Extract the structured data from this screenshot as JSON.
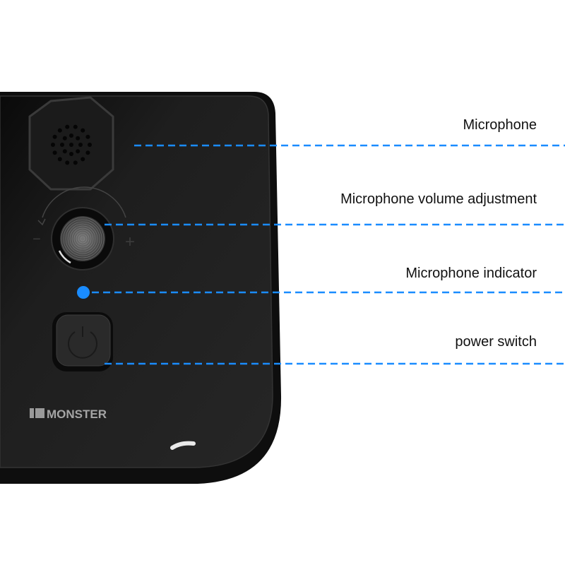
{
  "brand": "MONSTER",
  "accent_color": "#1a8cff",
  "callouts": [
    {
      "label": "Microphone"
    },
    {
      "label": "Microphone volume adjustment"
    },
    {
      "label": "Microphone indicator"
    },
    {
      "label": "power switch"
    }
  ],
  "volume_dial": {
    "minus": "−",
    "plus": "+"
  }
}
